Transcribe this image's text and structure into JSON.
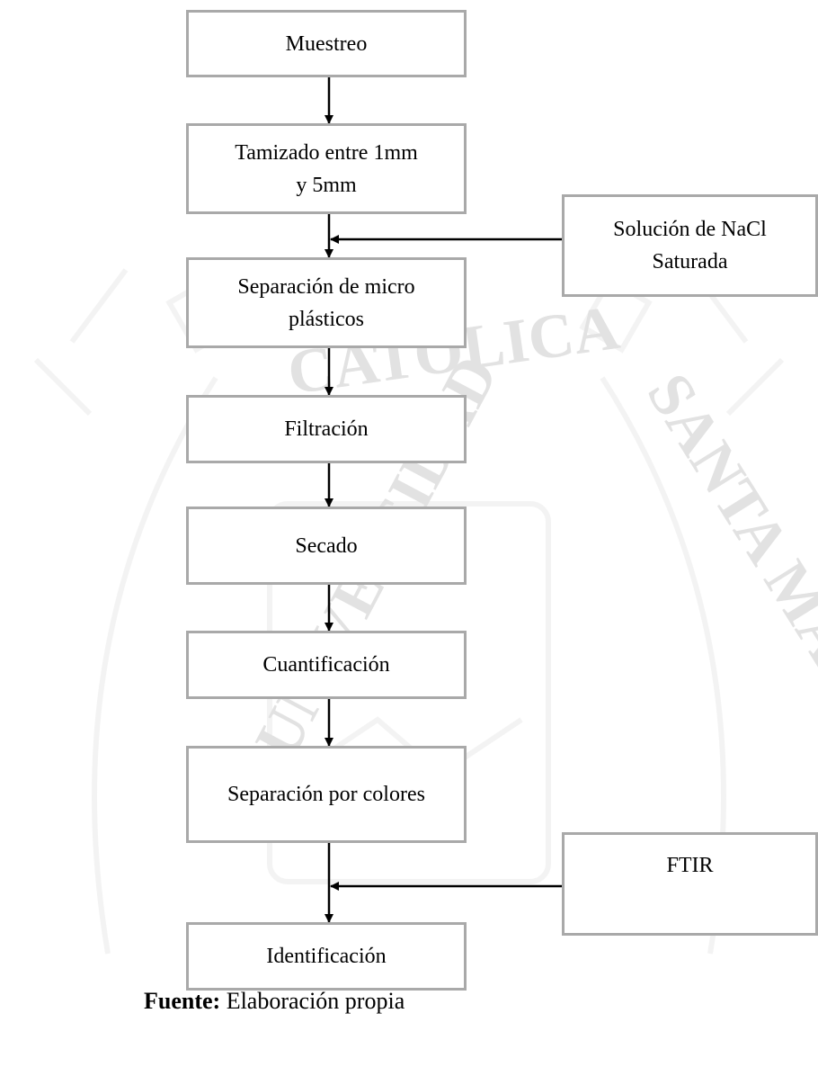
{
  "steps": [
    "Muestreo",
    "Tamizado entre 1mm\ny 5mm",
    "Separación de micro\nplásticos",
    "Filtración",
    "Secado",
    "Cuantificación",
    "Separación por colores",
    "Identificación"
  ],
  "inputs": [
    "Solución de NaCl\nSaturada",
    "FTIR"
  ],
  "caption": {
    "label": "Fuente:",
    "text": "Elaboración propia"
  },
  "watermark": {
    "upper_arc": "CATOLICA",
    "left_arc": "UNIVERSIDAD",
    "right_arc": "SANTA MARIA",
    "color": "#bfbfbf"
  }
}
